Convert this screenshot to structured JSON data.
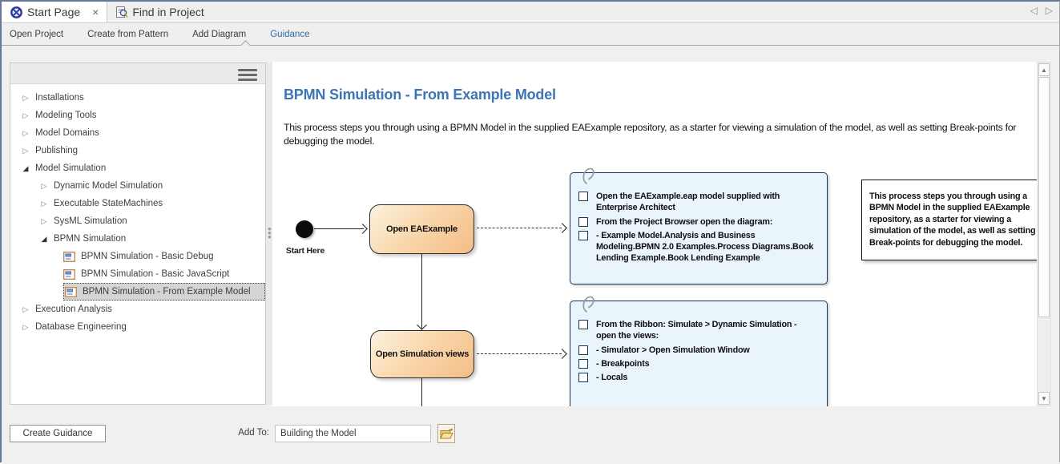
{
  "window": {
    "tabs": [
      {
        "label": "Start Page",
        "active": true,
        "close_glyph": "×"
      },
      {
        "label": "Find in Project",
        "active": false
      }
    ],
    "nav_back_glyph": "◁",
    "nav_forward_glyph": "▷"
  },
  "toolbar": {
    "items": [
      {
        "label": "Open Project",
        "active": false
      },
      {
        "label": "Create from Pattern",
        "active": false
      },
      {
        "label": "Add Diagram",
        "active": false
      },
      {
        "label": "Guidance",
        "active": true
      }
    ]
  },
  "sidebar": {
    "items": [
      {
        "label": "Installations",
        "depth": 0,
        "state": "collapsed"
      },
      {
        "label": "Modeling Tools",
        "depth": 0,
        "state": "collapsed"
      },
      {
        "label": "Model Domains",
        "depth": 0,
        "state": "collapsed"
      },
      {
        "label": "Publishing",
        "depth": 0,
        "state": "collapsed"
      },
      {
        "label": "Model Simulation",
        "depth": 0,
        "state": "expanded"
      },
      {
        "label": "Dynamic Model Simulation",
        "depth": 1,
        "state": "collapsed"
      },
      {
        "label": "Executable StateMachines",
        "depth": 1,
        "state": "collapsed"
      },
      {
        "label": "SysML Simulation",
        "depth": 1,
        "state": "collapsed"
      },
      {
        "label": "BPMN Simulation",
        "depth": 1,
        "state": "expanded"
      },
      {
        "label": "BPMN Simulation - Basic Debug",
        "depth": 2,
        "state": "leaf",
        "selected": false
      },
      {
        "label": "BPMN Simulation - Basic JavaScript",
        "depth": 2,
        "state": "leaf",
        "selected": false
      },
      {
        "label": "BPMN Simulation - From Example Model",
        "depth": 2,
        "state": "leaf",
        "selected": true
      },
      {
        "label": "Execution Analysis",
        "depth": 0,
        "state": "collapsed"
      },
      {
        "label": "Database Engineering",
        "depth": 0,
        "state": "collapsed"
      }
    ],
    "collapsed_glyph": "▷",
    "expanded_glyph": "◢"
  },
  "main": {
    "title": "BPMN Simulation - From Example Model",
    "intro": "This process steps you through using a BPMN Model in the supplied EAExample repository, as a starter for viewing a simulation of the model, as well as setting Break-points for debugging the model.",
    "diagram": {
      "start_label": "Start Here",
      "activities": [
        {
          "label": "Open EAExample"
        },
        {
          "label": "Open Simulation views"
        }
      ],
      "notes": [
        {
          "items": [
            "Open the EAExample.eap model supplied with Enterprise Architect",
            "From the Project Browser open the diagram:",
            "- Example Model.Analysis and Business Modeling.BPMN 2.0 Examples.Process Diagrams.Book Lending Example.Book Lending Example"
          ]
        },
        {
          "items": [
            "From the Ribbon: Simulate > Dynamic Simulation - open the views:",
            "- Simulator > Open Simulation Window",
            "- Breakpoints",
            "- Locals"
          ]
        }
      ],
      "text_box": "This process steps you through using a BPMN Model in the supplied EAExample repository, as a starter for viewing a simulation of the model, as well as setting Break-points for debugging the model."
    }
  },
  "footer": {
    "create_button": "Create Guidance",
    "add_to_label": "Add To:",
    "add_to_value": "Building the Model"
  },
  "colors": {
    "accent_blue": "#3e74b2",
    "toolbar_active": "#2e6da4",
    "activity_gradient_start": "#fdf3e1",
    "activity_gradient_end": "#f4bd85",
    "note_bg": "#eaf4fb",
    "note_border": "#17365d",
    "selection_bg": "#d4d4d4"
  }
}
